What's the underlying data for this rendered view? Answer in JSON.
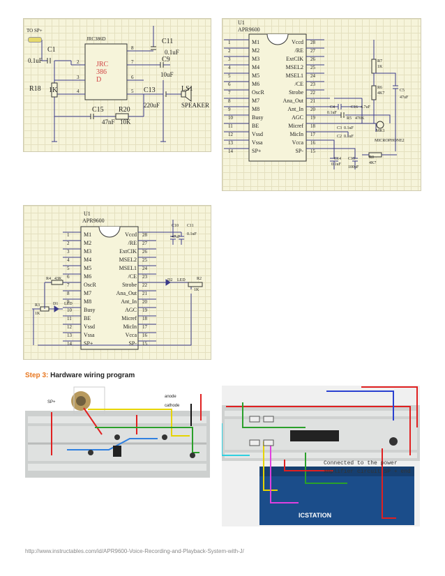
{
  "schematic1": {
    "to_sp": "TO SP+",
    "ic_name": "JRC386D",
    "ic_body": "JRC\n386\nD",
    "pins_left": [
      "2",
      "3",
      "4"
    ],
    "pins_right": [
      "8",
      "7",
      "6",
      "5"
    ],
    "c1": "C1",
    "c1_val": "0.1uF",
    "r18": "R18",
    "r18_val": "1K",
    "c11": "C11",
    "c11_val": "0.1uF",
    "c9": "C9",
    "c9_val": "10uF",
    "c13": "C13",
    "c13_val": "220uF",
    "ls1": "LS1",
    "ls1_val": "SPEAKER",
    "c15": "C15",
    "c15_val": "47nF",
    "r20": "R20",
    "r20_val": "10K"
  },
  "schematic2": {
    "u1": "U1",
    "part": "APR9600",
    "pins": [
      {
        "n": "1",
        "l": "M1",
        "r": "Vccd",
        "rn": "28"
      },
      {
        "n": "2",
        "l": "M2",
        "r": "/RE",
        "rn": "27"
      },
      {
        "n": "3",
        "l": "M3",
        "r": "ExtCIK",
        "rn": "26"
      },
      {
        "n": "4",
        "l": "M4",
        "r": "MSEL2",
        "rn": "25"
      },
      {
        "n": "5",
        "l": "M5",
        "r": "MSEL1",
        "rn": "24"
      },
      {
        "n": "6",
        "l": "M6",
        "r": "/CE",
        "rn": "23"
      },
      {
        "n": "7",
        "l": "OscR",
        "r": "Strobe",
        "rn": "22"
      },
      {
        "n": "8",
        "l": "M7",
        "r": "Ana_Out",
        "rn": "21"
      },
      {
        "n": "9",
        "l": "M8",
        "r": "Ant_In",
        "rn": "20"
      },
      {
        "n": "10",
        "l": "Busy",
        "r": "AGC",
        "rn": "19"
      },
      {
        "n": "11",
        "l": "BE",
        "r": "Micref",
        "rn": "18"
      },
      {
        "n": "12",
        "l": "Vssd",
        "r": "MicIn",
        "rn": "17"
      },
      {
        "n": "13",
        "l": "Vssa",
        "r": "Vcca",
        "rn": "16"
      },
      {
        "n": "14",
        "l": "SP+",
        "r": "SP-",
        "rn": "15"
      }
    ],
    "r7": "R7",
    "r7_val": "1K",
    "r6": "R6",
    "r6_val": "4K7",
    "c5": "C5",
    "c5_val": "47uF",
    "c4": "C4",
    "c4_val": "0.1uF",
    "c3": "C3",
    "c3_val": "0.1uF",
    "c2": "C2",
    "c2_val": "0.1uF",
    "c16": "C16",
    "c16_val": "4.7uF",
    "r5": "R5",
    "r5_val": "470K",
    "mk": "MK1",
    "mic": "MICROPHONE2",
    "c14": "C14",
    "c14_val": "0.1uF",
    "c15": "C15",
    "c15_val": "100uF",
    "r0": "R0",
    "r0_val": "4K7"
  },
  "schematic3": {
    "u1": "U1",
    "part": "APR9600",
    "c10": "C10",
    "c10_val": "47uF",
    "c11": "C11",
    "c11_val": "0.1uF",
    "r4": "R4",
    "r4_val": "43K",
    "r3": "R3",
    "r3_val": "1K",
    "d1": "D1",
    "d1_val": "LED",
    "d2": "D2",
    "d2_val": "LED",
    "r2": "R2",
    "r2_val": "1K"
  },
  "step": {
    "prefix": "Step 3:",
    "title": "Hardware wiring program"
  },
  "photo1": {
    "anode": "anode",
    "cathode": "cathode",
    "sp": "SP+"
  },
  "photo2": {
    "note_line1": "Connected to the power",
    "note_line2": "amplifier circuit SP + end",
    "brand": "ICSTATION"
  },
  "footer": {
    "url": "http://www.instructables.com/id/APR9600-Voice-Recording-and-Playback-System-with-J/"
  }
}
